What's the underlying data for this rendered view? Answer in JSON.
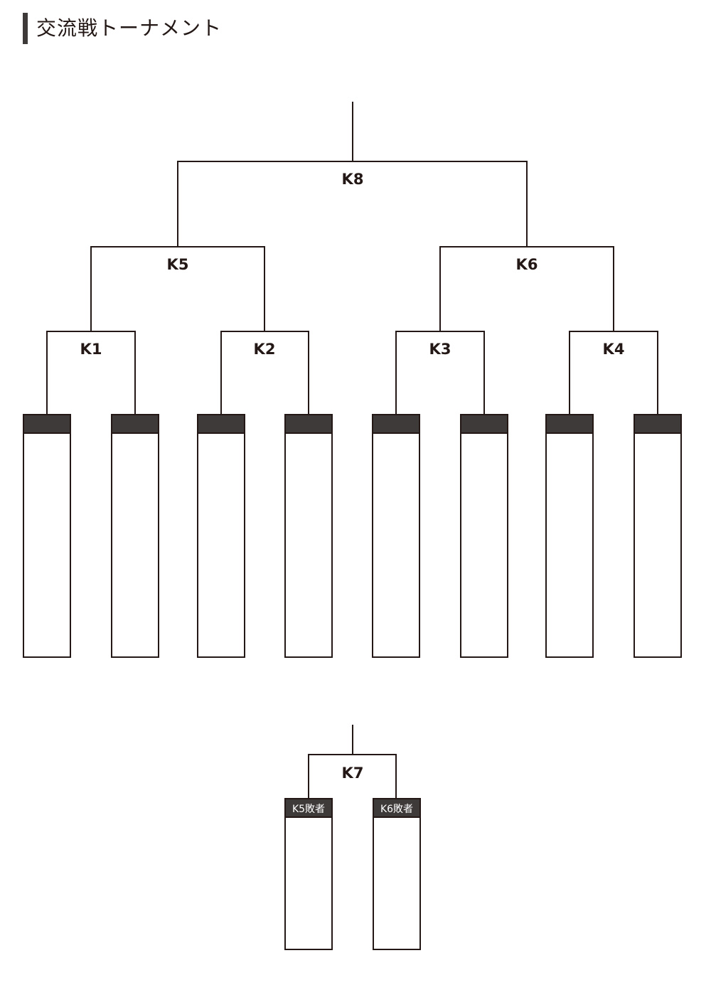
{
  "title": "交流戦トーナメント",
  "colors": {
    "line": "#231815",
    "header_fill": "#3e3a39",
    "title_bar": "#3e3a39"
  },
  "matches": {
    "k1": "K1",
    "k2": "K2",
    "k3": "K3",
    "k4": "K4",
    "k5": "K5",
    "k6": "K6",
    "k7": "K7",
    "k8": "K8"
  },
  "third_place": {
    "slot_left": "K5敗者",
    "slot_right": "K6敗者"
  },
  "main_slot_count": 8
}
